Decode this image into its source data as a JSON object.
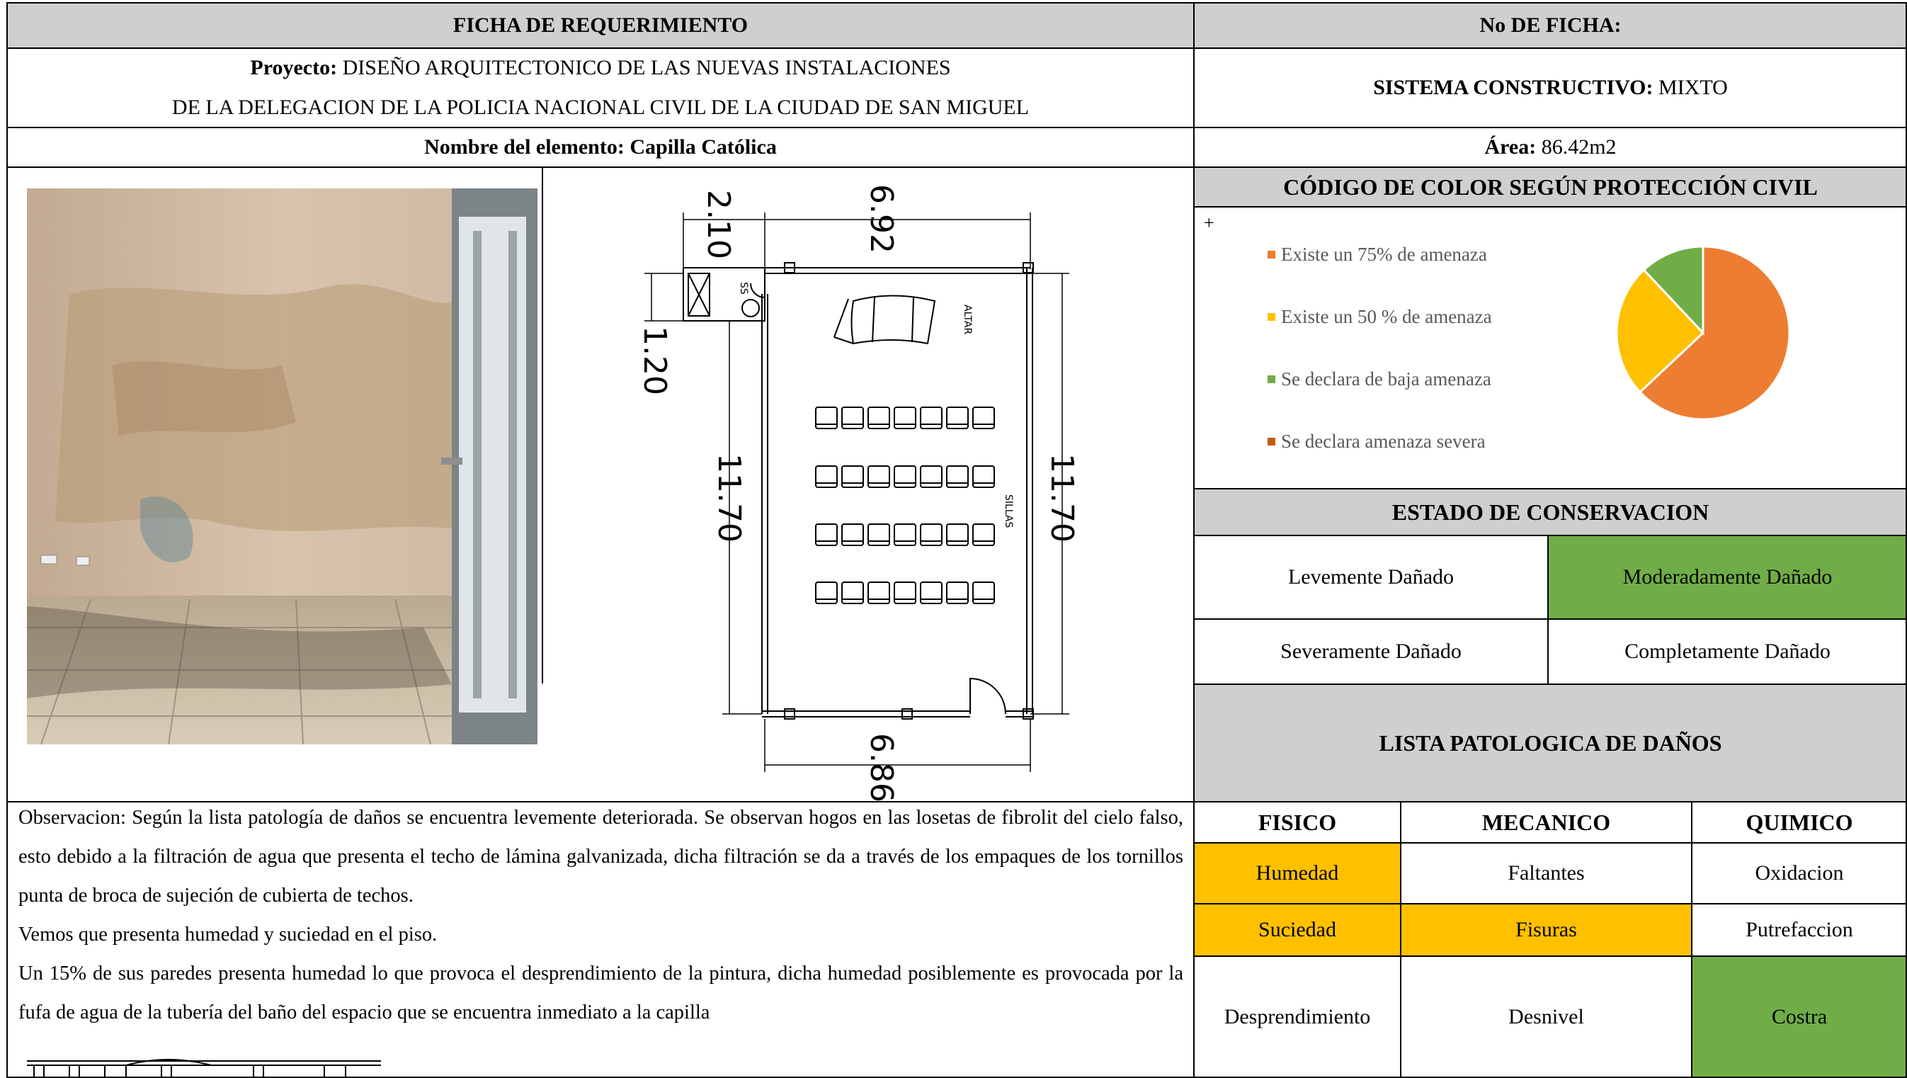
{
  "header": {
    "title": "FICHA DE REQUERIMIENTO",
    "ficha_label": "No DE FICHA:"
  },
  "project": {
    "label": "Proyecto:",
    "line1": "DISEÑO ARQUITECTONICO DE LAS NUEVAS INSTALACIONES",
    "line2": "DE LA DELEGACION DE LA POLICIA NACIONAL CIVIL DE LA CIUDAD DE SAN MIGUEL"
  },
  "system": {
    "label": "SISTEMA CONSTRUCTIVO:",
    "value": "MIXTO"
  },
  "element": {
    "label": "Nombre del elemento: Capilla Católica"
  },
  "area": {
    "label": "Área:",
    "value": "86.42m2"
  },
  "color_code": {
    "title": "CÓDIGO DE COLOR  SEGÚN PROTECCIÓN CIVIL",
    "marker": "+",
    "legend": [
      {
        "label": "Existe un 75% de amenaza",
        "color": "#ed7d31"
      },
      {
        "label": "Existe un 50 % de amenaza",
        "color": "#ffc000"
      },
      {
        "label": "Se declara de baja amenaza",
        "color": "#70ad47"
      },
      {
        "label": "Se declara amenaza severa",
        "color": "#c55a11"
      }
    ]
  },
  "chart_data": {
    "type": "pie",
    "categories": [
      "Existe un 75% de amenaza",
      "Existe un 50 % de amenaza",
      "Se declara de baja amenaza",
      "Se declara amenaza severa"
    ],
    "values": [
      63,
      25,
      12,
      0
    ],
    "colors": [
      "#ed7d31",
      "#ffc000",
      "#70ad47",
      "#c55a11"
    ],
    "legend": "left"
  },
  "conservation": {
    "title": "ESTADO DE CONSERVACION",
    "options": [
      "Levemente Dañado",
      "Moderadamente  Dañado",
      "Severamente Dañado",
      "Completamente Dañado"
    ],
    "selected": "Moderadamente  Dañado",
    "selected_color": "#70ad47"
  },
  "pathology": {
    "title": "LISTA PATOLOGICA DE DAÑOS",
    "columns": [
      "FISICO",
      "MECANICO",
      "QUIMICO"
    ],
    "rows": [
      [
        "Humedad",
        "Faltantes",
        "Oxidacion"
      ],
      [
        "Suciedad",
        "Fisuras",
        "Putrefaccion"
      ],
      [
        "Desprendimiento",
        "Desnivel",
        "Costra"
      ]
    ],
    "highlight_yellow": [
      "Humedad",
      "Suciedad",
      "Fisuras"
    ],
    "highlight_green": [
      "Costra"
    ],
    "yellow": "#ffc000",
    "green": "#70ad47"
  },
  "plan": {
    "dims": {
      "top_small": "2.10",
      "top": "6.92",
      "left_small": "1.20",
      "left": "11.70",
      "right": "11.70",
      "bottom": "6.86"
    },
    "labels": {
      "altar": "ALTAR",
      "sillas": "SILLAS",
      "ss": "SS"
    }
  },
  "observations": [
    "Observacion: Según la lista patología de daños se encuentra levemente deteriorada.   Se observan hogos en las losetas de fibrolit del cielo falso, esto debido a la filtración de agua que presenta el techo de lámina galvanizada, dicha filtración se da a través de los empaques de los tornillos punta de broca de sujeción de cubierta de techos.",
    "Vemos que presenta humedad y suciedad en el piso.",
    "Un 15% de sus paredes presenta humedad lo que provoca el desprendimiento de la pintura, dicha humedad posiblemente es provocada por la fufa de agua de la tubería del baño del espacio que se encuentra inmediato a la capilla"
  ]
}
